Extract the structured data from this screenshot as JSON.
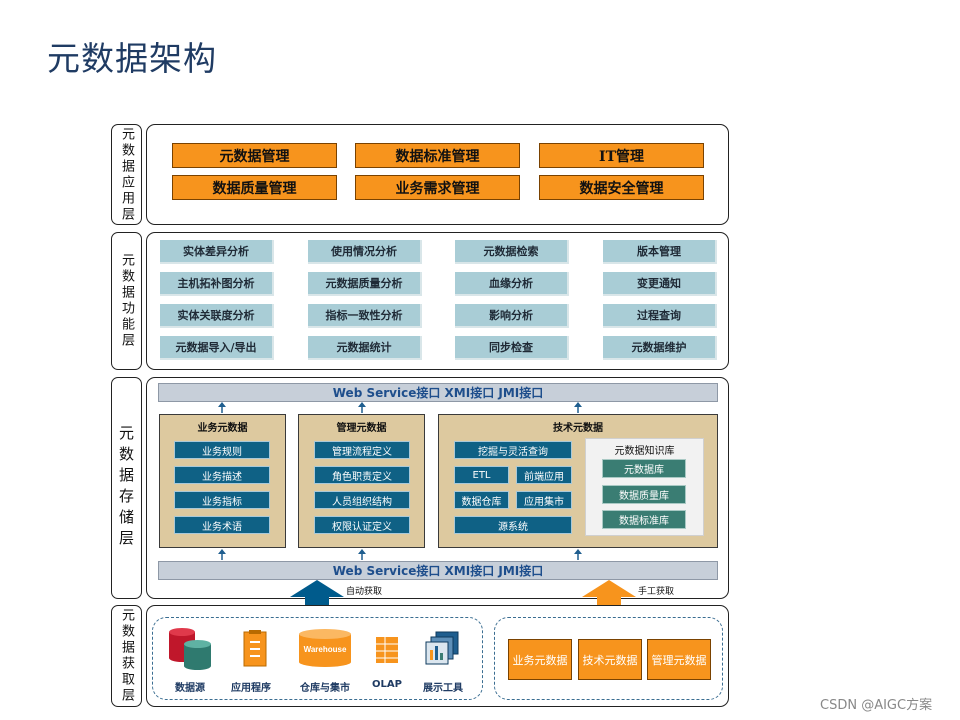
{
  "title": "元数据架构",
  "layers": {
    "app": "元数据应用层",
    "func": "元数据功能层",
    "store": "元数据存储层",
    "acq": "元数据获取层"
  },
  "app_items": [
    "元数据管理",
    "数据标准管理",
    "IT管理",
    "数据质量管理",
    "业务需求管理",
    "数据安全管理"
  ],
  "func_items": [
    [
      "实体差异分析",
      "使用情况分析",
      "元数据检索",
      "版本管理"
    ],
    [
      "主机拓补图分析",
      "元数据质量分析",
      "血缘分析",
      "变更通知"
    ],
    [
      "实体关联度分析",
      "指标一致性分析",
      "影响分析",
      "过程查询"
    ],
    [
      "元数据导入/导出",
      "元数据统计",
      "同步检查",
      "元数据维护"
    ]
  ],
  "ws_label": "Web Service接口   XMI接口   JMI接口",
  "biz": {
    "title": "业务元数据",
    "items": [
      "业务规则",
      "业务描述",
      "业务指标",
      "业务术语"
    ]
  },
  "mgmt": {
    "title": "管理元数据",
    "items": [
      "管理流程定义",
      "角色职责定义",
      "人员组织结构",
      "权限认证定义"
    ]
  },
  "tech": {
    "title": "技术元数据",
    "items": [
      "挖掘与灵活查询",
      "ETL",
      "前端应用",
      "数据仓库",
      "应用集市",
      "源系统"
    ],
    "kb_title": "元数据知识库",
    "kb_items": [
      "元数据库",
      "数据质量库",
      "数据标准库"
    ]
  },
  "auto_label": "自动获取",
  "manual_label": "手工获取",
  "tools": [
    "数据源",
    "应用程序",
    "仓库与集市",
    "OLAP",
    "展示工具"
  ],
  "warehouse_icon_text": "Warehouse",
  "manual_items": [
    "业务元数据",
    "技术元数据",
    "管理元数据"
  ],
  "watermark": "CSDN @AIGC方案",
  "colors": {
    "orange": "#f7941d",
    "teal": "#0f6185",
    "green": "#3a7d73",
    "func": "#a9cdd6",
    "arrow_blue": "#005b8c"
  },
  "icons": [
    "database-icon",
    "application-icon",
    "warehouse-icon",
    "olap-icon",
    "display-tool-icon",
    "up-arrow-icon"
  ]
}
